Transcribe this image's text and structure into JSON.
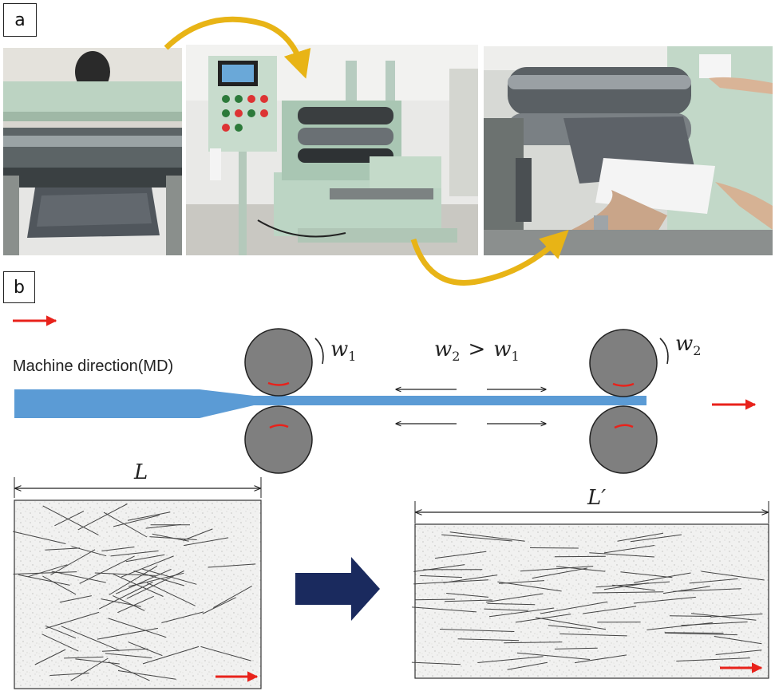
{
  "panels": {
    "a": {
      "label": "a"
    },
    "b": {
      "label": "b"
    }
  },
  "diagram": {
    "direction_label": "Machine direction(MD)",
    "roller1_speed": "w",
    "roller1_speed_sub": "1",
    "roller2_speed": "w",
    "roller2_speed_sub": "2",
    "speed_relation_left": "w",
    "speed_relation_left_sub": "2",
    "speed_relation_op": ">",
    "speed_relation_right": "w",
    "speed_relation_right_sub": "1",
    "length_before": "L",
    "length_after": "L′"
  },
  "colors": {
    "sheet": "#5b9bd5",
    "roller": "#7f7f7f",
    "arrow_red": "#e8221b",
    "big_arrow": "#1a2a5e",
    "curved_arrow": "#e8b416"
  }
}
